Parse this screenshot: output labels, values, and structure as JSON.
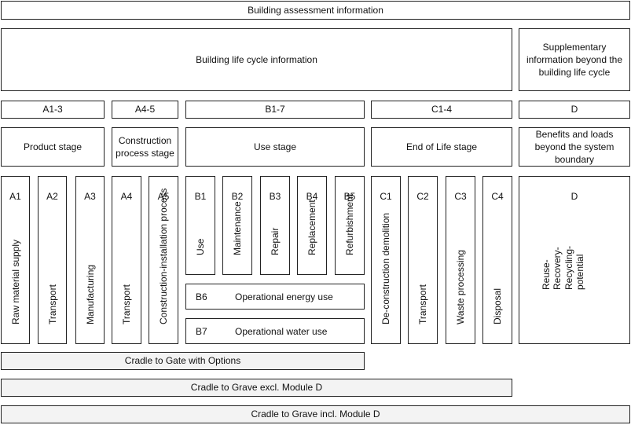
{
  "header": {
    "assessment": "Building assessment information",
    "life_cycle": "Building life cycle information",
    "supplementary": "Supplementary information beyond the building life cycle"
  },
  "groups": [
    {
      "code": "A1-3",
      "stage": "Product stage"
    },
    {
      "code": "A4-5",
      "stage": "Construction process stage"
    },
    {
      "code": "B1-7",
      "stage": "Use stage"
    },
    {
      "code": "C1-4",
      "stage": "End of Life stage"
    },
    {
      "code": "D",
      "stage": "Benefits and loads beyond the system boundary"
    }
  ],
  "modules": [
    {
      "code": "A1",
      "label": "Raw material supply"
    },
    {
      "code": "A2",
      "label": "Transport"
    },
    {
      "code": "A3",
      "label": "Manufacturing"
    },
    {
      "code": "A4",
      "label": "Transport"
    },
    {
      "code": "A5",
      "label": "Construction-installation process"
    },
    {
      "code": "B1",
      "label": "Use"
    },
    {
      "code": "B2",
      "label": "Maintenance"
    },
    {
      "code": "B3",
      "label": "Repair"
    },
    {
      "code": "B4",
      "label": "Replacement"
    },
    {
      "code": "B5",
      "label": "Refurbishment"
    },
    {
      "code": "C1",
      "label": "De-construction demolition"
    },
    {
      "code": "C2",
      "label": "Transport"
    },
    {
      "code": "C3",
      "label": "Waste processing"
    },
    {
      "code": "C4",
      "label": "Disposal"
    },
    {
      "code": "D",
      "label": "Reuse-Recovery-Recycling-potential"
    }
  ],
  "operational": [
    {
      "code": "B6",
      "label": "Operational energy use"
    },
    {
      "code": "B7",
      "label": "Operational water use"
    }
  ],
  "scopes": [
    "Cradle to Gate with Options",
    "Cradle to Grave excl. Module D",
    "Cradle to Grave incl. Module D"
  ]
}
